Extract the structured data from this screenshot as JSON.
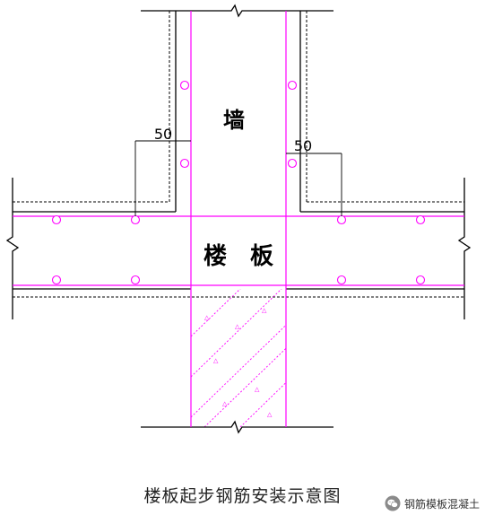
{
  "labels": {
    "wall": "墙",
    "slab": "楼　板",
    "dim_left": "50",
    "dim_right": "50"
  },
  "caption": "楼板起步钢筋安装示意图",
  "watermark": {
    "text": "钢筋模板混凝土",
    "icon": "wechat-icon"
  },
  "colors": {
    "rebar": "#ff00ff",
    "outline": "#000000",
    "hatch": "#ff00ff"
  }
}
